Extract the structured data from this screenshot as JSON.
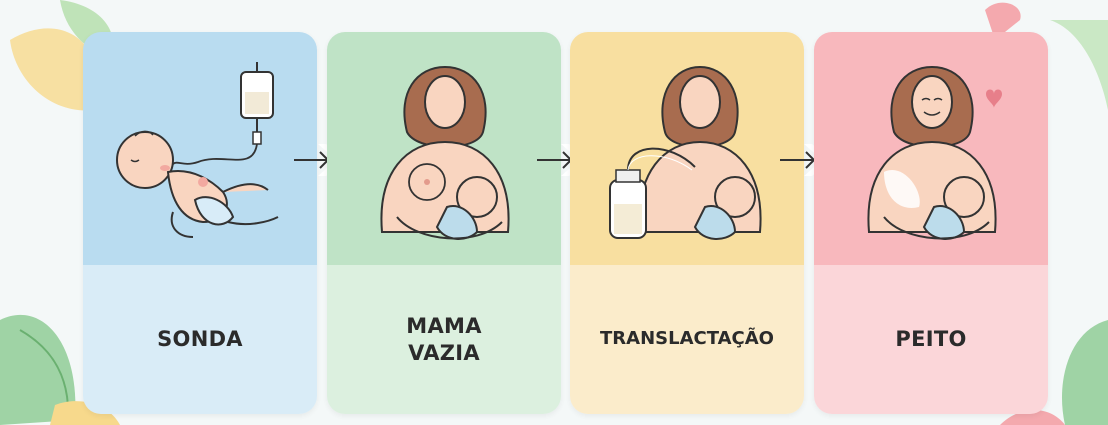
{
  "steps": [
    {
      "label": "SONDA",
      "icon": "feeding-tube-baby-icon",
      "top_color": "#b9dcf0",
      "bottom_color": "#d9ecf7"
    },
    {
      "label": "MAMA\nVAZIA",
      "icon": "empty-breast-feeding-icon",
      "top_color": "#bfe3c6",
      "bottom_color": "#dcf0df"
    },
    {
      "label": "TRANSLACTAÇÃO",
      "icon": "translactation-bottle-icon",
      "top_color": "#f8dfa0",
      "bottom_color": "#fbeccb"
    },
    {
      "label": "PEITO",
      "icon": "breastfeeding-icon",
      "top_color": "#f8b8bd",
      "bottom_color": "#fbd6d9"
    }
  ],
  "arrow_icon": "arrow-right-icon"
}
